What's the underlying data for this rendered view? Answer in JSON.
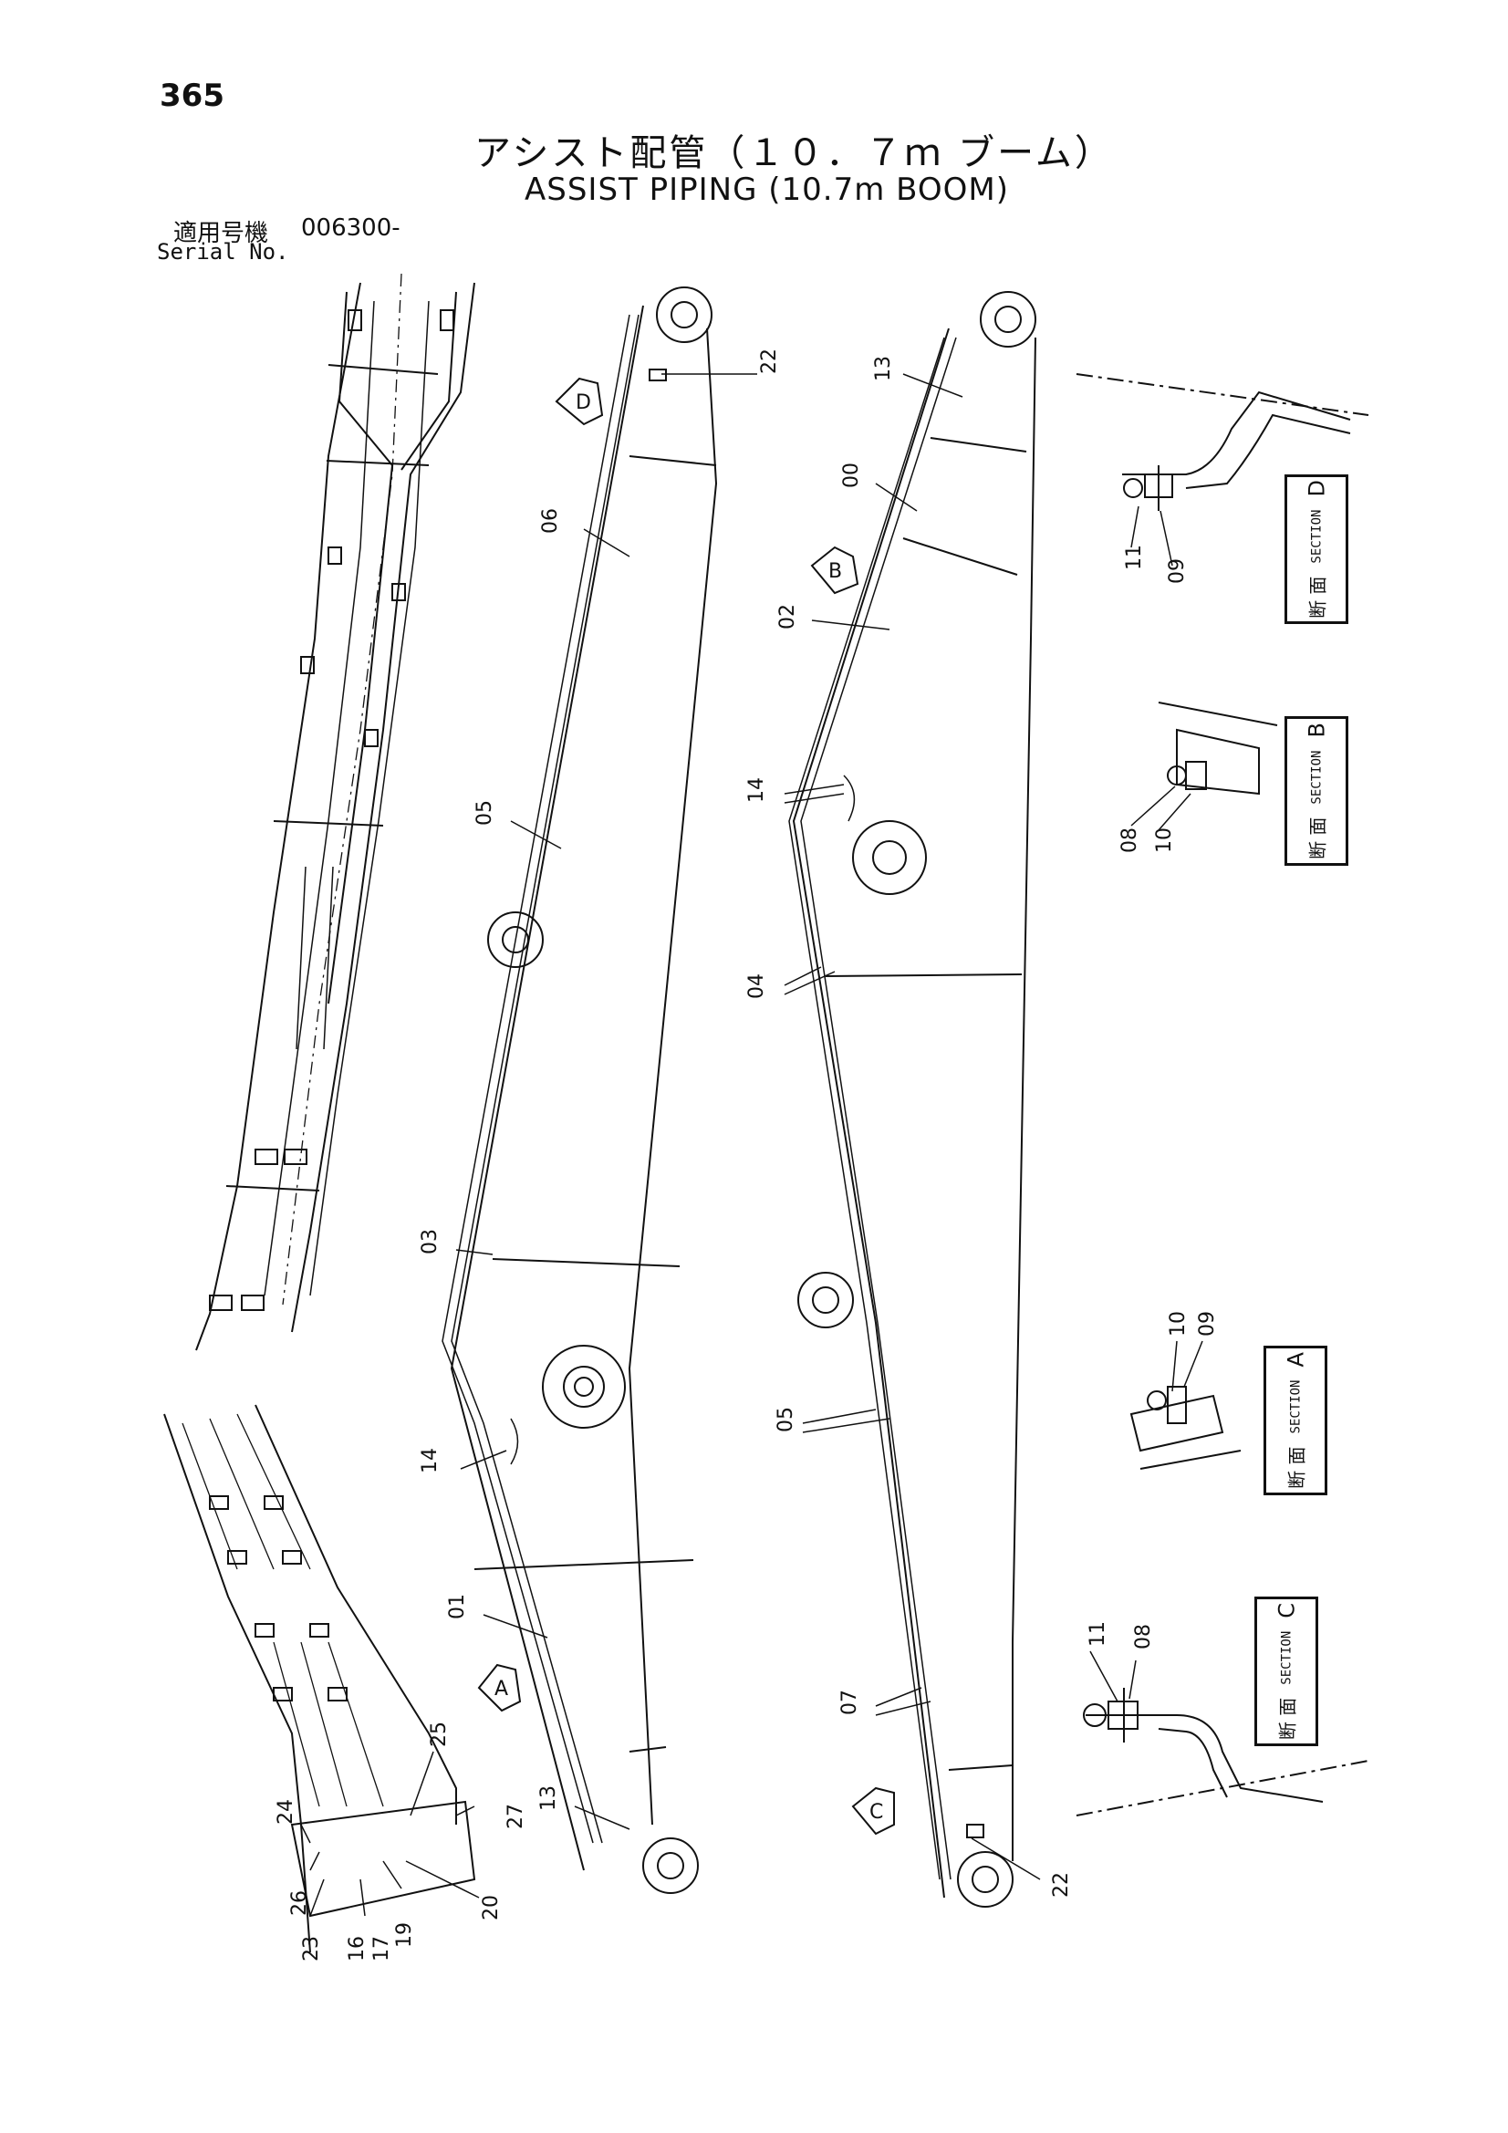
{
  "page_number": "365",
  "title_jp": "アシスト配管（１０．７ｍ ブーム）",
  "title_en": "ASSIST PIPING (10.7m BOOM)",
  "serial": {
    "label_jp": "適用号機",
    "value": "006300-",
    "label_en": "Serial No."
  },
  "sections": [
    {
      "kanji": "断 面",
      "word": "SECTION",
      "letter": "D"
    },
    {
      "kanji": "断 面",
      "word": "SECTION",
      "letter": "B"
    },
    {
      "kanji": "断 面",
      "word": "SECTION",
      "letter": "A"
    },
    {
      "kanji": "断 面",
      "word": "SECTION",
      "letter": "C"
    }
  ],
  "view_markers": [
    "D",
    "B",
    "A",
    "C"
  ],
  "callouts": {
    "c22a": "22",
    "c06": "06",
    "c05a": "05",
    "c03": "03",
    "c14a": "14",
    "c01": "01",
    "c13a": "13",
    "c13b": "13",
    "c00": "00",
    "c02": "02",
    "c14b": "14",
    "c04": "04",
    "c05b": "05",
    "c07": "07",
    "c22b": "22",
    "c11a": "11",
    "c09a": "09",
    "c08a": "08",
    "c10a": "10",
    "c10b": "10",
    "c09b": "09",
    "c11b": "11",
    "c08b": "08",
    "c25": "25",
    "c24": "24",
    "c27": "27",
    "c26": "26",
    "c20": "20",
    "c19": "19",
    "c23": "23",
    "c16": "16",
    "c17": "17"
  },
  "colors": {
    "ink": "#111111",
    "paper": "#ffffff"
  }
}
